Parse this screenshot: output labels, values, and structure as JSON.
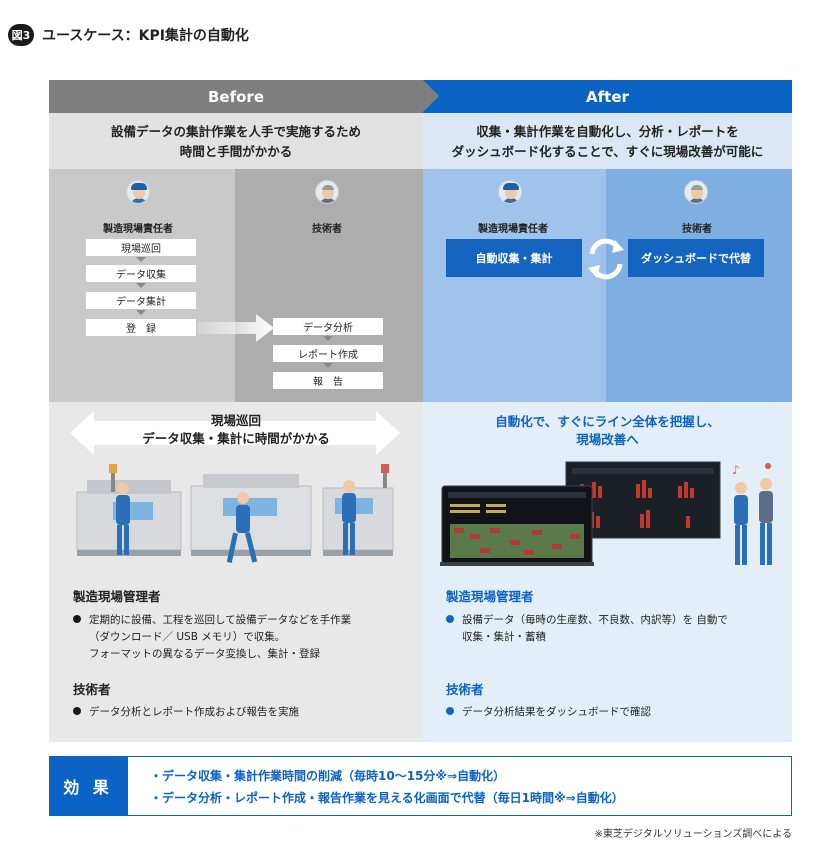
{
  "figure": {
    "badge": "図3",
    "title": "ユースケース：KPI集計の自動化"
  },
  "before": {
    "header": "Before",
    "lead": [
      "設備データの集計作業を人手で実施するため",
      "時間と手間がかかる"
    ],
    "left_role": "製造現場責任者",
    "right_role": "技術者",
    "left_steps": [
      "現場巡回",
      "データ収集",
      "データ集計",
      "登　録"
    ],
    "right_steps": [
      "データ分析",
      "レポート作成",
      "報　告"
    ],
    "illustration_caption": [
      "現場巡回",
      "データ収集・集計に時間がかかる"
    ],
    "manager_title": "製造現場管理者",
    "manager_bullet": [
      "定期的に設備、工程を巡回して設備データなどを手作業",
      "（ダウンロード／ USB メモリ）で収集。",
      "フォーマットの異なるデータ変換し、集計・登録"
    ],
    "engineer_title": "技術者",
    "engineer_bullet": "データ分析とレポート作成および報告を実施"
  },
  "after": {
    "header": "After",
    "lead": [
      "収集・集計作業を自動化し、分析・レポートを",
      "ダッシュボード化することで、すぐに現場改善が可能に"
    ],
    "left_role": "製造現場責任者",
    "right_role": "技術者",
    "left_box": "自動収集・集計",
    "right_box": "ダッシュボードで代替",
    "illustration_caption": [
      "自動化で、すぐにライン全体を把握し、",
      "現場改善へ"
    ],
    "manager_title": "製造現場管理者",
    "manager_bullet": [
      "設備データ（毎時の生産数、不良数、内訳等）を 自動で",
      "収集・集計・蓄積"
    ],
    "engineer_title": "技術者",
    "engineer_bullet": "データ分析結果をダッシュボードで確認"
  },
  "effect": {
    "label": "効 果",
    "line1": "・データ収集・集計作業時間の削減（毎時10～15分※⇒自動化）",
    "line2": "・データ分析・レポート作成・報告作業を見える化画面で代替（毎日1時間※⇒自動化）"
  },
  "footnote": "※東芝デジタルソリューションズ調べによる",
  "colors": {
    "before_header": "#7f7f7f",
    "after_header": "#0b63c5",
    "accent_blue": "#1565c0",
    "bullet_black": "#1a1a1a"
  }
}
